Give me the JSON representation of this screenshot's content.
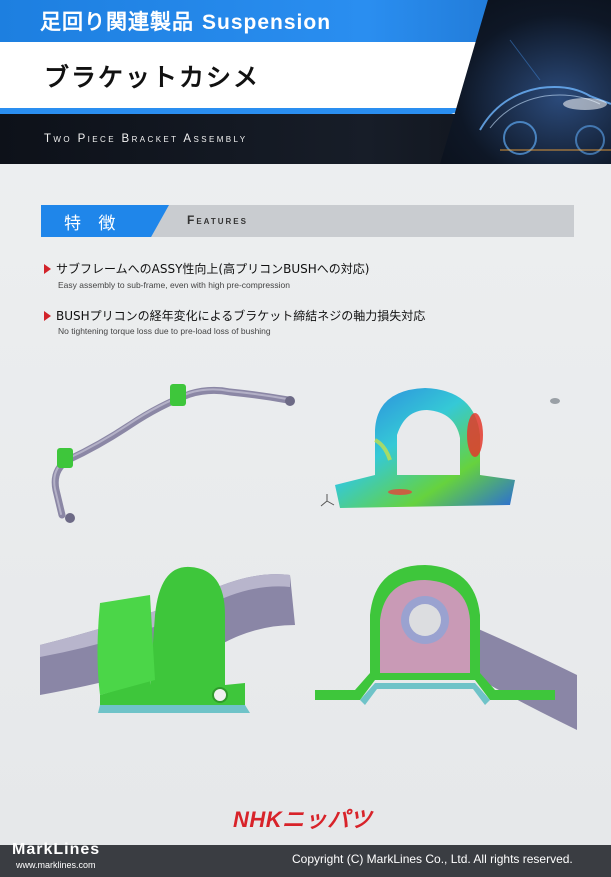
{
  "header": {
    "category_ja": "足回り関連製品",
    "category_en": "Suspension",
    "product_ja": "ブラケットカシメ",
    "product_en": "Two Piece Bracket Assembly"
  },
  "features": {
    "label_ja": "特 徴",
    "label_en": "Features",
    "items": [
      {
        "ja": "サブフレームへのASSY性向上(高プリコンBUSHへの対応)",
        "en": "Easy assembly to sub-frame, even with high pre-compression"
      },
      {
        "ja": "BUSHプリコンの経年変化によるブラケット締結ネジの軸力損失対応",
        "en": "No tightening torque loss due to pre-load loss of bushing"
      }
    ]
  },
  "brand": {
    "logo_text": "NHKニッパツ"
  },
  "footer": {
    "site_logo": "MarkLines",
    "site_url": "www.marklines.com",
    "copyright": "Copyright (C) MarkLines Co., Ltd. All rights reserved."
  },
  "colors": {
    "accent_blue": "#1f86ea",
    "bracket_green": "#3ec63b",
    "bar_purple": "#8a86a6",
    "logo_red": "#d8232a",
    "dark_band": "#0d1119"
  }
}
